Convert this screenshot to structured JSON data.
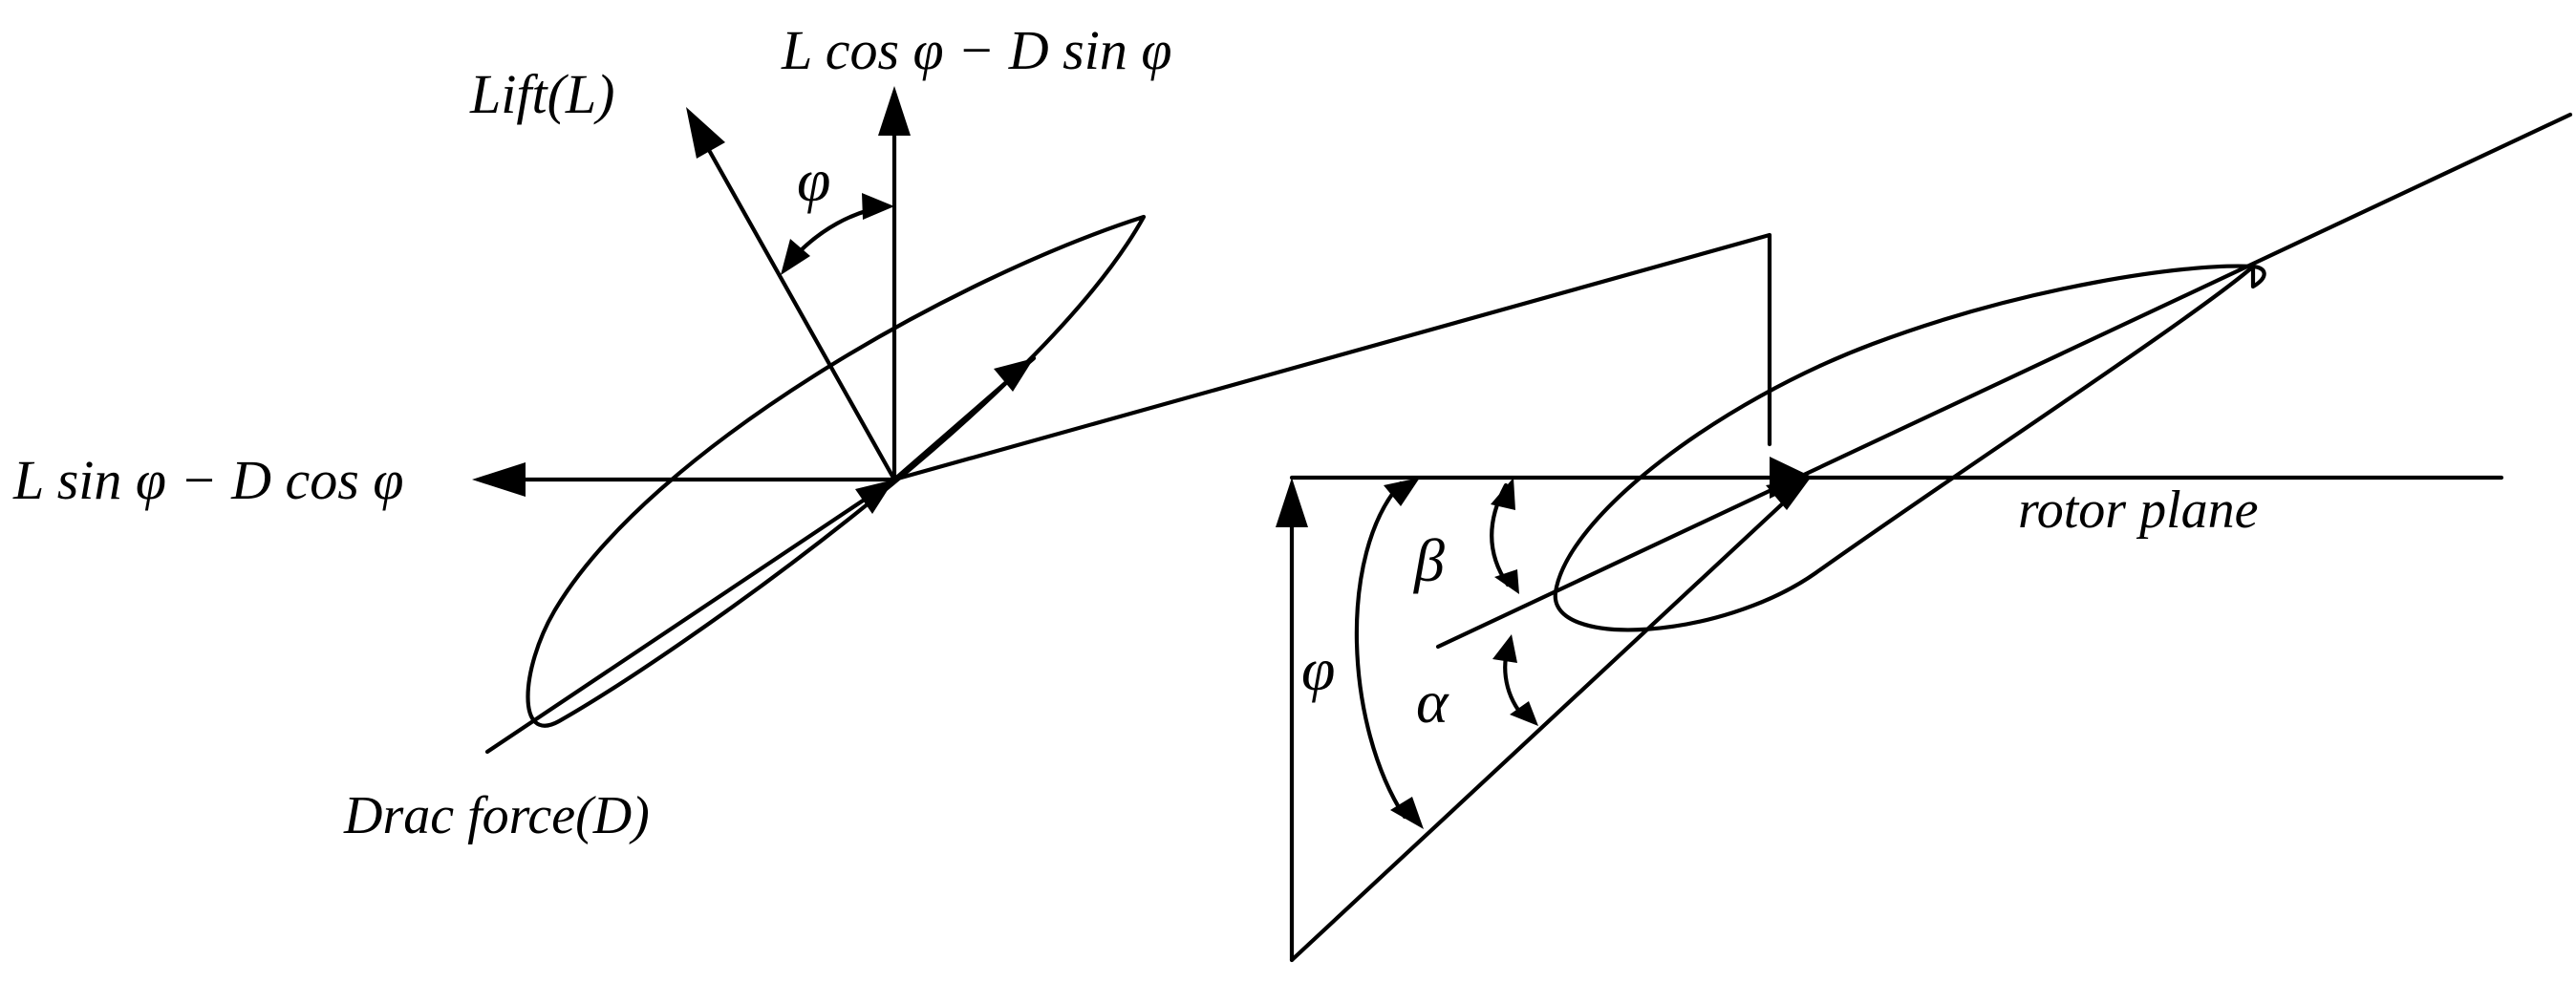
{
  "labels": {
    "lift": "Lift(L)",
    "vertical_component": "L cos φ − D sin φ",
    "horizontal_component": "L sin φ − D cos φ",
    "drag": "Drac force(D)",
    "rotor_plane": "rotor plane",
    "phi_top": "φ",
    "phi_left": "φ",
    "beta": "β",
    "alpha": "α"
  },
  "colors": {
    "line": "#000000",
    "background": "#ffffff"
  }
}
